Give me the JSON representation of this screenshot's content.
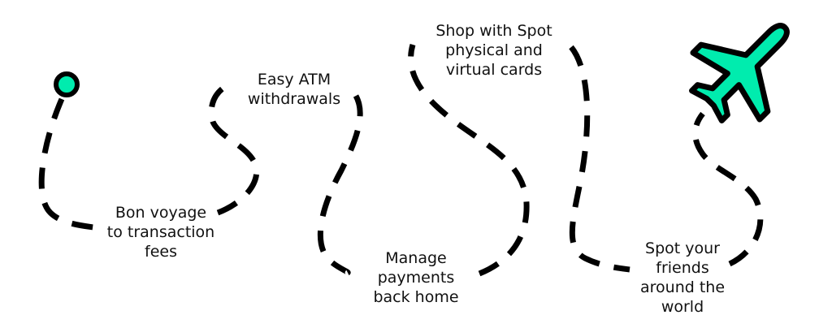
{
  "colors": {
    "accent": "#00ECAE",
    "stroke": "#000000",
    "text": "#111111",
    "background": "#FFFFFF"
  },
  "start_marker": {
    "icon": "start-dot-icon"
  },
  "end_marker": {
    "icon": "airplane-icon"
  },
  "steps": [
    {
      "id": "bon-voyage",
      "lines": [
        "Bon voyage",
        "to transaction",
        "fees"
      ]
    },
    {
      "id": "easy-atm",
      "lines": [
        "Easy ATM",
        "withdrawals"
      ]
    },
    {
      "id": "manage-payments",
      "lines": [
        "Manage",
        "payments",
        "back home"
      ]
    },
    {
      "id": "shop-with-spot",
      "lines": [
        "Shop with Spot",
        "physical and",
        "virtual cards"
      ]
    },
    {
      "id": "spot-friends",
      "lines": [
        "Spot your",
        "friends",
        "around the",
        "world"
      ]
    }
  ]
}
